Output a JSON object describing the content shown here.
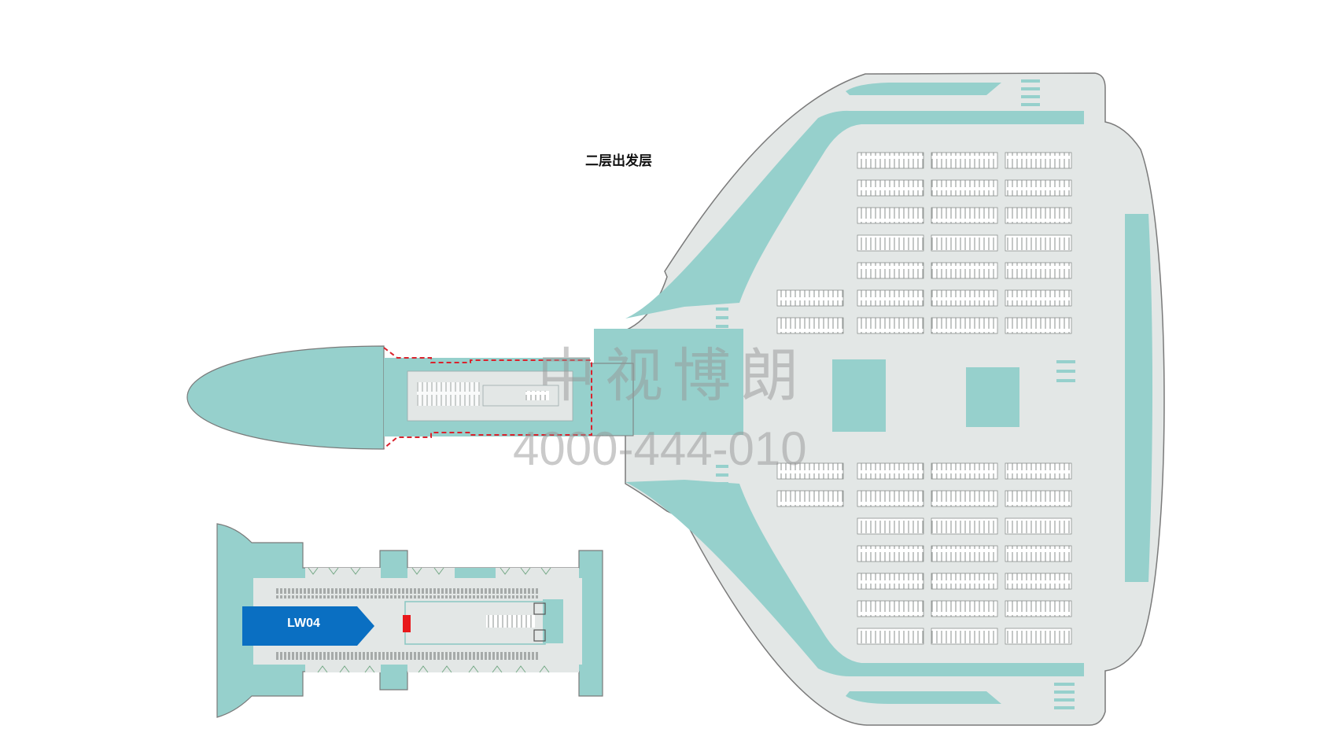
{
  "floor": {
    "title": "二层出发层"
  },
  "marker": {
    "label": "LW04",
    "color": "#0a6fc2"
  },
  "highlight": {
    "color": "#e8181b"
  },
  "watermark": {
    "company": "中视博朗",
    "phone": "4000-444-010"
  },
  "colors": {
    "zone": "#96d0cc",
    "floor_fill": "#e3e7e6",
    "outline": "#7a7a7a",
    "boundary": "#d9232d"
  }
}
